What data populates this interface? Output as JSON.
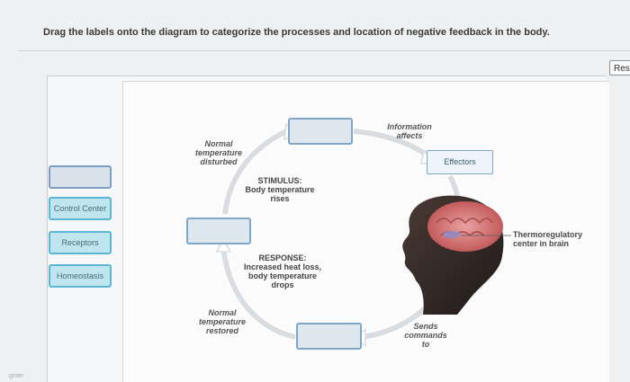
{
  "instruction": "Drag the labels onto the diagram to categorize the processes and location of negative feedback in the body.",
  "reset_label": "Res",
  "label_bank": [
    {
      "label": "Control Center"
    },
    {
      "label": "Receptors"
    },
    {
      "label": "Homeostasis"
    }
  ],
  "placed_labels": {
    "effectors": "Effectors"
  },
  "diagram": {
    "normal_disturbed": [
      "Normal",
      "temperature",
      "disturbed"
    ],
    "stimulus": [
      "STIMULUS:",
      "Body temperature",
      "rises"
    ],
    "info_affects": [
      "Information",
      "affects"
    ],
    "response": [
      "RESPONSE:",
      "Increased heat loss,",
      "body temperature",
      "drops"
    ],
    "normal_restored": [
      "Normal",
      "temperature",
      "restored"
    ],
    "sends_commands": [
      "Sends",
      "commands",
      "to"
    ],
    "thermoregulatory": [
      "Thermoregulatory",
      "center in brain"
    ]
  },
  "corner_text": "grote",
  "colors": {
    "chip_fill": "#bfe5ee",
    "chip_border": "#5bb6d3",
    "target_border": "#7fa6c6",
    "arrow": "#d9dde1"
  }
}
